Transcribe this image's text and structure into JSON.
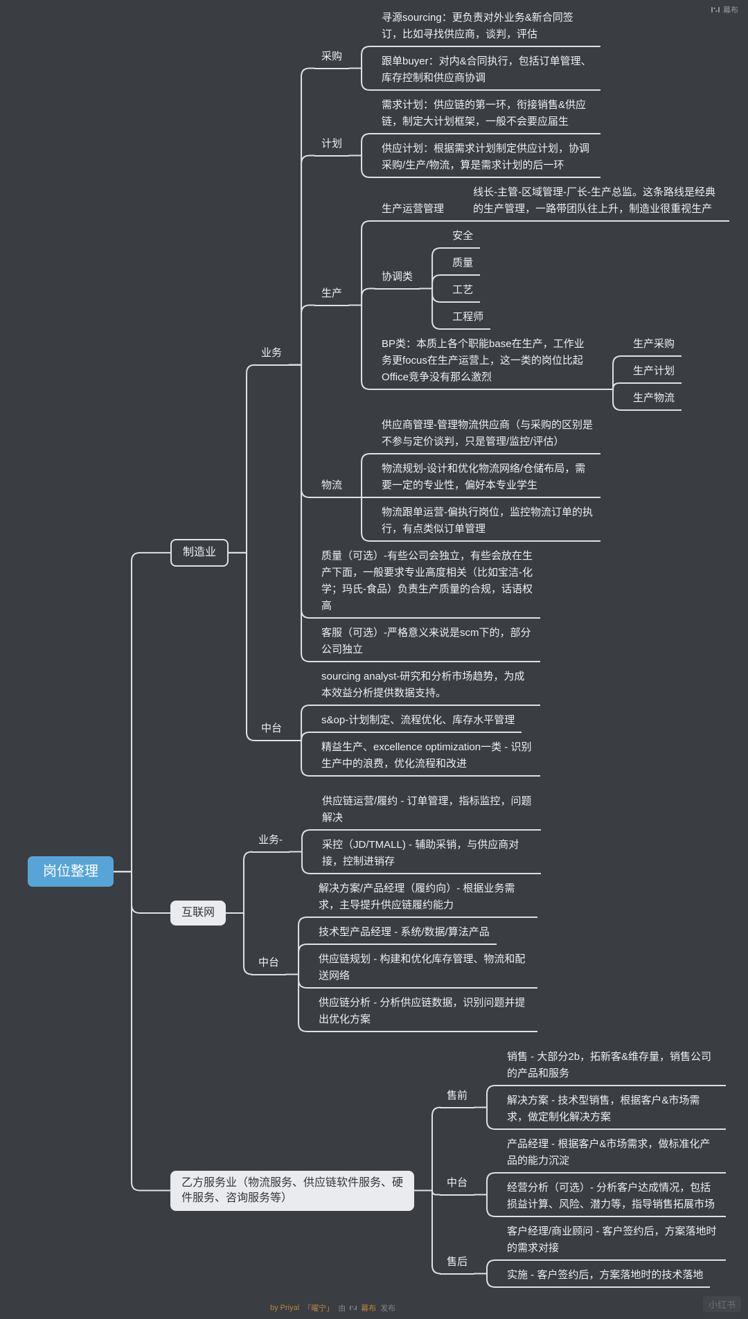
{
  "colors": {
    "background": "#3a3d42",
    "line": "#dfe2e5",
    "text": "#edeff1",
    "root_fill": "#57a4d7",
    "category_fill": "#e9ebee",
    "byline_orange": "#c9953e",
    "byline_gray": "#8d9196"
  },
  "watermarks": {
    "top_right_app": "幕布",
    "byline": {
      "author": "by Priyal",
      "handle": "「曜宁」",
      "via": "由",
      "app": "幕布",
      "action": "发布"
    },
    "corner_badge": "小红书"
  },
  "tree": {
    "label": "岗位整理",
    "type": "root",
    "children": [
      {
        "label": "制造业",
        "type": "box-dark",
        "children": [
          {
            "label": "业务",
            "type": "label",
            "children": [
              {
                "label": "采购",
                "type": "label",
                "children": [
                  {
                    "label": "寻源sourcing：更负责对外业务&新合同签订，比如寻找供应商，谈判，评估",
                    "type": "desc"
                  },
                  {
                    "label": "跟单buyer：对内&合同执行，包括订单管理、库存控制和供应商协调",
                    "type": "desc"
                  }
                ]
              },
              {
                "label": "计划",
                "type": "label",
                "children": [
                  {
                    "label": "需求计划：供应链的第一环，衔接销售&供应链，制定大计划框架，一般不会要应届生",
                    "type": "desc"
                  },
                  {
                    "label": "供应计划：根据需求计划制定供应计划，协调采购/生产/物流，算是需求计划的后一环",
                    "type": "desc"
                  }
                ]
              },
              {
                "label": "生产",
                "type": "label",
                "children": [
                  {
                    "label": "生产运营管理",
                    "type": "label",
                    "note": "线长-主管-区域管理-厂长-生产总监。这条路线是经典的生产管理，一路带团队往上升，制造业很重视生产"
                  },
                  {
                    "label": "协调类",
                    "type": "label",
                    "children": [
                      {
                        "label": "安全",
                        "type": "desc"
                      },
                      {
                        "label": "质量",
                        "type": "desc"
                      },
                      {
                        "label": "工艺",
                        "type": "desc"
                      },
                      {
                        "label": "工程师",
                        "type": "desc"
                      }
                    ]
                  },
                  {
                    "label": "BP类：本质上各个职能base在生产，工作业务更focus在生产运营上，这一类的岗位比起Office竞争没有那么激烈",
                    "type": "desc",
                    "children": [
                      {
                        "label": "生产采购",
                        "type": "desc"
                      },
                      {
                        "label": "生产计划",
                        "type": "desc"
                      },
                      {
                        "label": "生产物流",
                        "type": "desc"
                      }
                    ]
                  }
                ]
              },
              {
                "label": "物流",
                "type": "label",
                "children": [
                  {
                    "label": "供应商管理-管理物流供应商（与采购的区别是不参与定价谈判，只是管理/监控/评估）",
                    "type": "desc"
                  },
                  {
                    "label": "物流规划-设计和优化物流网络/仓储布局，需要一定的专业性，偏好本专业学生",
                    "type": "desc"
                  },
                  {
                    "label": "物流跟单运营-偏执行岗位，监控物流订单的执行，有点类似订单管理",
                    "type": "desc"
                  }
                ]
              },
              {
                "label": "质量（可选）-有些公司会独立，有些会放在生产下面，一般要求专业高度相关（比如宝洁-化学；玛氏-食品）负责生产质量的合规，话语权高",
                "type": "desc"
              },
              {
                "label": "客服（可选）-严格意义来说是scm下的，部分公司独立",
                "type": "desc"
              }
            ]
          },
          {
            "label": "中台",
            "type": "label",
            "children": [
              {
                "label": "sourcing analyst-研究和分析市场趋势，为成本效益分析提供数据支持。",
                "type": "desc"
              },
              {
                "label": "s&op-计划制定、流程优化、库存水平管理",
                "type": "desc"
              },
              {
                "label": "精益生产、excellence optimization一类 - 识别生产中的浪费，优化流程和改进",
                "type": "desc"
              }
            ]
          }
        ]
      },
      {
        "label": "互联网",
        "type": "box-light",
        "children": [
          {
            "label": "业务-",
            "type": "label",
            "children": [
              {
                "label": "供应链运营/履约 - 订单管理，指标监控，问题解决",
                "type": "desc"
              },
              {
                "label": "采控（JD/TMALL) - 辅助采销，与供应商对接，控制进销存",
                "type": "desc"
              }
            ]
          },
          {
            "label": "中台",
            "type": "label",
            "children": [
              {
                "label": "解决方案/产品经理（履约向）- 根据业务需求，主导提升供应链履约能力",
                "type": "desc"
              },
              {
                "label": "技术型产品经理 - 系统/数据/算法产品",
                "type": "desc"
              },
              {
                "label": "供应链规划 - 构建和优化库存管理、物流和配送网络",
                "type": "desc"
              },
              {
                "label": "供应链分析 - 分析供应链数据，识别问题并提出优化方案",
                "type": "desc"
              }
            ]
          }
        ]
      },
      {
        "label": "乙方服务业（物流服务、供应链软件服务、硬件服务、咨询服务等）",
        "type": "box-light",
        "children": [
          {
            "label": "售前",
            "type": "label",
            "children": [
              {
                "label": "销售 - 大部分2b，拓新客&维存量，销售公司的产品和服务",
                "type": "desc"
              },
              {
                "label": "解决方案 - 技术型销售，根据客户&市场需求，做定制化解决方案",
                "type": "desc"
              }
            ]
          },
          {
            "label": "中台",
            "type": "label",
            "children": [
              {
                "label": "产品经理 - 根据客户&市场需求，做标准化产品的能力沉淀",
                "type": "desc"
              },
              {
                "label": "经营分析（可选）- 分析客户达成情况，包括损益计算、风险、潜力等，指导销售拓展市场",
                "type": "desc"
              }
            ]
          },
          {
            "label": "售后",
            "type": "label",
            "children": [
              {
                "label": "客户经理/商业顾问 - 客户签约后，方案落地时的需求对接",
                "type": "desc"
              },
              {
                "label": "实施 - 客户签约后，方案落地时的技术落地",
                "type": "desc"
              }
            ]
          }
        ]
      }
    ]
  }
}
